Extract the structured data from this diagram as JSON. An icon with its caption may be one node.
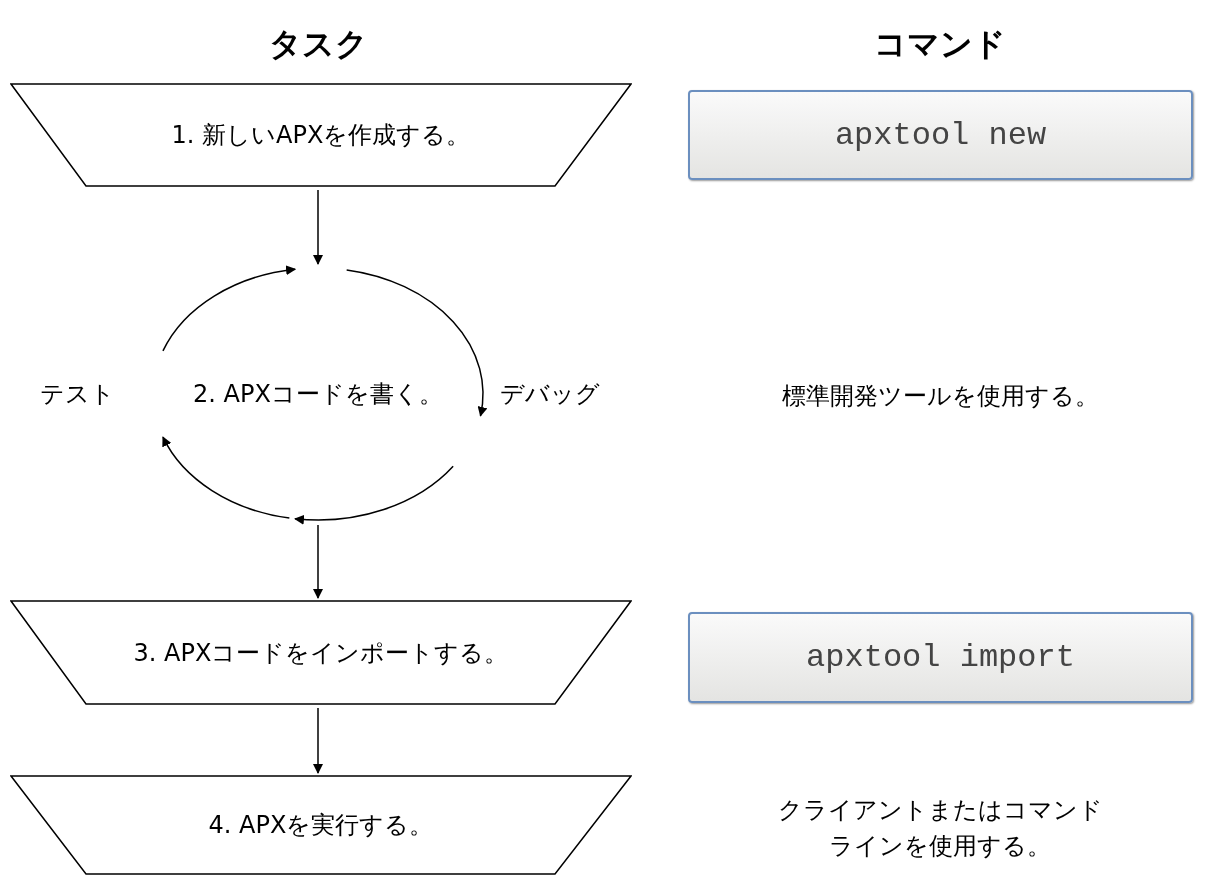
{
  "diagram": {
    "nodes": [
      {
        "text": [
          "1. 新しいAPXを作成する。"
        ]
      },
      {
        "text": [
          "apxtool new"
        ]
      },
      {
        "text": [
          "2. APXコードを書く。"
        ],
        "beside": [
          "テスト",
          "デバッグ"
        ]
      },
      {
        "text": [
          "3. APXコードをインポートする。"
        ]
      },
      {
        "text": [
          "apxtool import"
        ]
      },
      {
        "text": [
          "4. APXを実行する。"
        ]
      }
    ],
    "edges": [
      {
        "from": 0,
        "to": 2,
        "arrow": "to"
      },
      {
        "from": 2,
        "to": 3,
        "arrow": "to"
      },
      {
        "from": 3,
        "to": 5,
        "arrow": "to"
      }
    ],
    "labels": [
      "タスク",
      "コマンド",
      "標準開発ツールを使用する。",
      "クライアントまたはコマンドラインを使用する。"
    ]
  }
}
